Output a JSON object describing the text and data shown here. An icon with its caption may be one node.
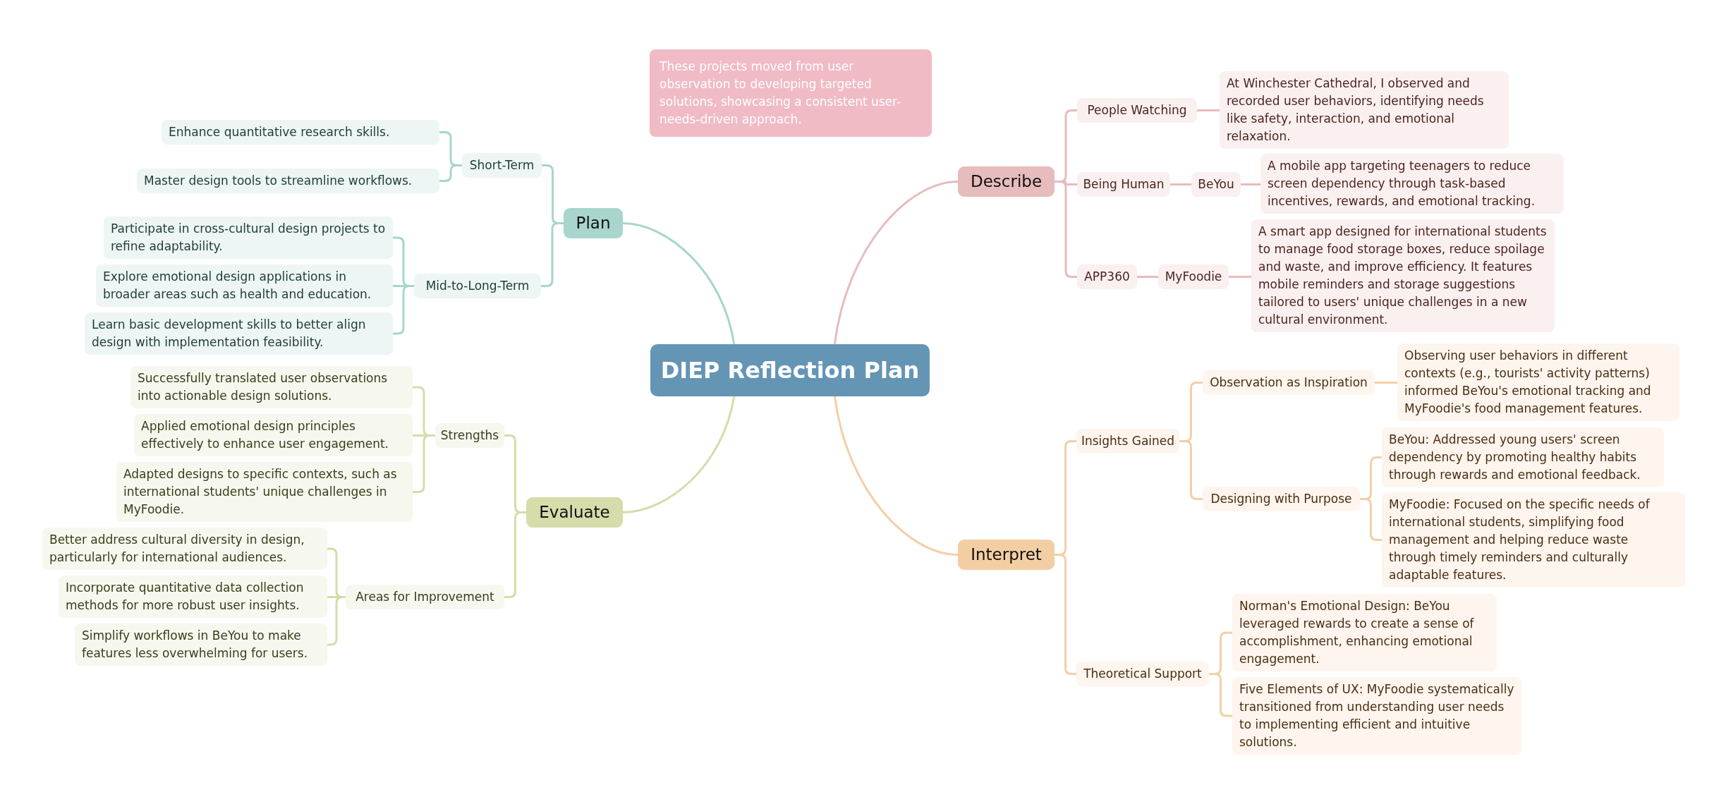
{
  "diagram": {
    "nodes": [
      {
        "text": [
          "DIEP Reflection Plan"
        ]
      },
      {
        "text": [
          "These projects moved from user observation to developing targeted solutions, showcasing a consistent user-needs-driven approach."
        ]
      },
      {
        "text": [
          "Plan"
        ]
      },
      {
        "text": [
          "Short-Term"
        ]
      },
      {
        "text": [
          "Enhance quantitative research skills."
        ]
      },
      {
        "text": [
          "Master design tools to streamline workflows."
        ]
      },
      {
        "text": [
          "Mid-to-Long-Term"
        ]
      },
      {
        "text": [
          "Participate in cross-cultural design projects to refine adaptability."
        ]
      },
      {
        "text": [
          "Explore emotional design applications in broader areas such as health and education."
        ]
      },
      {
        "text": [
          "Learn basic development skills to better align design with implementation feasibility."
        ]
      },
      {
        "text": [
          "Evaluate"
        ]
      },
      {
        "text": [
          "Strengths"
        ]
      },
      {
        "text": [
          "Successfully translated user observations into actionable design solutions."
        ]
      },
      {
        "text": [
          "Applied emotional design principles effectively to enhance user engagement."
        ]
      },
      {
        "text": [
          "Adapted designs to specific contexts, such as international students' unique challenges in MyFoodie."
        ]
      },
      {
        "text": [
          "Areas for Improvement"
        ]
      },
      {
        "text": [
          "Better address cultural diversity in design, particularly for international audiences."
        ]
      },
      {
        "text": [
          "Incorporate quantitative data collection methods for more robust user insights."
        ]
      },
      {
        "text": [
          "Simplify workflows in BeYou to make features less overwhelming for users."
        ]
      },
      {
        "text": [
          "Describe"
        ]
      },
      {
        "text": [
          "People Watching"
        ]
      },
      {
        "text": [
          "At Winchester Cathedral, I observed and recorded user behaviors, identifying needs like safety, interaction, and emotional relaxation."
        ]
      },
      {
        "text": [
          "Being Human"
        ]
      },
      {
        "text": [
          "BeYou"
        ]
      },
      {
        "text": [
          "A mobile app targeting teenagers to reduce screen dependency through task-based incentives, rewards, and emotional tracking."
        ]
      },
      {
        "text": [
          "APP360"
        ]
      },
      {
        "text": [
          "MyFoodie"
        ]
      },
      {
        "text": [
          "A smart app designed for international students to manage food storage boxes, reduce spoilage and waste, and improve efficiency. It features mobile reminders and storage suggestions tailored to users' unique challenges in a new cultural environment."
        ]
      },
      {
        "text": [
          "Interpret"
        ]
      },
      {
        "text": [
          "Insights Gained"
        ]
      },
      {
        "text": [
          "Observation as Inspiration"
        ]
      },
      {
        "text": [
          "Observing user behaviors in different contexts (e.g., tourists' activity patterns) informed BeYou's emotional tracking and MyFoodie's food management features."
        ]
      },
      {
        "text": [
          "Designing with Purpose"
        ]
      },
      {
        "text": [
          "BeYou: Addressed young users' screen dependency by promoting healthy habits through rewards and emotional feedback."
        ]
      },
      {
        "text": [
          "MyFoodie: Focused on the specific needs of international students, simplifying food management and helping reduce waste through timely reminders and culturally adaptable features."
        ]
      },
      {
        "text": [
          "Theoretical Support"
        ]
      },
      {
        "text": [
          "Norman's Emotional Design: BeYou leveraged rewards to create a sense of accomplishment, enhancing emotional engagement."
        ]
      },
      {
        "text": [
          "Five Elements of UX: MyFoodie systematically transitioned from understanding user needs to implementing efficient and intuitive solutions."
        ]
      }
    ],
    "edges": [
      {
        "from": 0,
        "to": 2,
        "arrow": "none",
        "color": "#a8d5cc"
      },
      {
        "from": 2,
        "to": 3,
        "arrow": "none",
        "color": "#a8d5cc"
      },
      {
        "from": 3,
        "to": 4,
        "arrow": "none",
        "color": "#a8d5cc"
      },
      {
        "from": 3,
        "to": 5,
        "arrow": "none",
        "color": "#a8d5cc"
      },
      {
        "from": 2,
        "to": 6,
        "arrow": "none",
        "color": "#a8d5cc"
      },
      {
        "from": 6,
        "to": 7,
        "arrow": "none",
        "color": "#a8d5cc"
      },
      {
        "from": 6,
        "to": 8,
        "arrow": "none",
        "color": "#a8d5cc"
      },
      {
        "from": 6,
        "to": 9,
        "arrow": "none",
        "color": "#a8d5cc"
      },
      {
        "from": 0,
        "to": 10,
        "arrow": "none",
        "color": "#d6dcaa"
      },
      {
        "from": 10,
        "to": 11,
        "arrow": "none",
        "color": "#d6dcaa"
      },
      {
        "from": 11,
        "to": 12,
        "arrow": "none",
        "color": "#d6dcaa"
      },
      {
        "from": 11,
        "to": 13,
        "arrow": "none",
        "color": "#d6dcaa"
      },
      {
        "from": 11,
        "to": 14,
        "arrow": "none",
        "color": "#d6dcaa"
      },
      {
        "from": 10,
        "to": 15,
        "arrow": "none",
        "color": "#d6dcaa"
      },
      {
        "from": 15,
        "to": 16,
        "arrow": "none",
        "color": "#d6dcaa"
      },
      {
        "from": 15,
        "to": 17,
        "arrow": "none",
        "color": "#d6dcaa"
      },
      {
        "from": 15,
        "to": 18,
        "arrow": "none",
        "color": "#d6dcaa"
      },
      {
        "from": 0,
        "to": 19,
        "arrow": "none",
        "color": "#e7bcbc"
      },
      {
        "from": 19,
        "to": 20,
        "arrow": "none",
        "color": "#e7bcbc"
      },
      {
        "from": 20,
        "to": 21,
        "arrow": "none",
        "color": "#e7bcbc"
      },
      {
        "from": 19,
        "to": 22,
        "arrow": "none",
        "color": "#e7bcbc"
      },
      {
        "from": 22,
        "to": 23,
        "arrow": "none",
        "color": "#e7bcbc"
      },
      {
        "from": 23,
        "to": 24,
        "arrow": "none",
        "color": "#e7bcbc"
      },
      {
        "from": 19,
        "to": 25,
        "arrow": "none",
        "color": "#e7bcbc"
      },
      {
        "from": 25,
        "to": 26,
        "arrow": "none",
        "color": "#e7bcbc"
      },
      {
        "from": 26,
        "to": 27,
        "arrow": "none",
        "color": "#e7bcbc"
      },
      {
        "from": 0,
        "to": 28,
        "arrow": "none"
      },
      {
        "from": 28,
        "to": 29,
        "arrow": "none"
      },
      {
        "from": 29,
        "to": 30,
        "arrow": "none"
      },
      {
        "from": 30,
        "to": 31,
        "arrow": "none"
      },
      {
        "from": 29,
        "to": 32,
        "arrow": "none"
      },
      {
        "from": 32,
        "to": 33,
        "arrow": "none"
      },
      {
        "from": 32,
        "to": 34,
        "arrow": "none"
      },
      {
        "from": 28,
        "to": 35,
        "arrow": "none"
      },
      {
        "from": 35,
        "to": 36,
        "arrow": "none"
      },
      {
        "from": 35,
        "to": 37,
        "arrow": "none"
      }
    ]
  }
}
